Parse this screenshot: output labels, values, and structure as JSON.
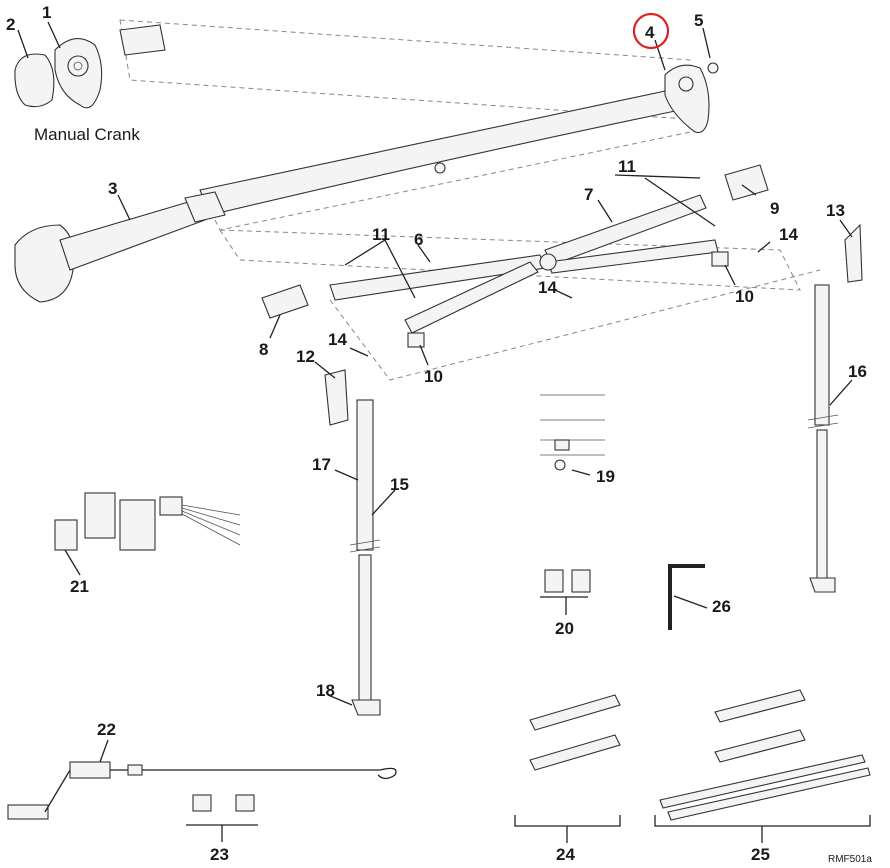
{
  "labels": {
    "1": "1",
    "2": "2",
    "3": "3",
    "4": "4",
    "5": "5",
    "6": "6",
    "7": "7",
    "8": "8",
    "9": "9",
    "10": "10",
    "11": "11",
    "12": "12",
    "13": "13",
    "14": "14",
    "15": "15",
    "16": "16",
    "17": "17",
    "18": "18",
    "19": "19",
    "20": "20",
    "21": "21",
    "22": "22",
    "23": "23",
    "24": "24",
    "25": "25",
    "26": "26"
  },
  "caption": "Manual Crank",
  "drawing_code": "RMF501a",
  "highlight": {
    "label": "4",
    "color": "#e02020"
  }
}
